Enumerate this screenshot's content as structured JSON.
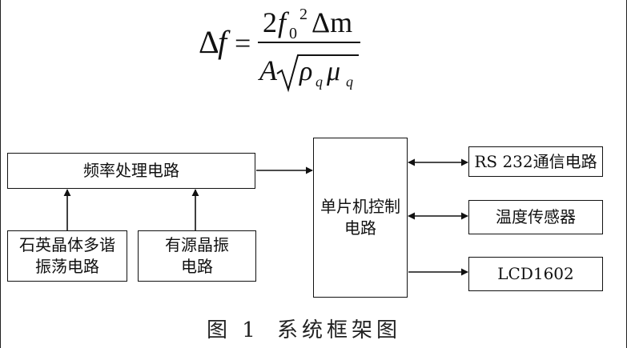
{
  "formula": {
    "lhs_delta": "Δ",
    "lhs_var": "f",
    "equals": "=",
    "num_coef": "2",
    "num_var": "f",
    "num_sub": "0",
    "num_sup": "2",
    "num_tail": "Δm",
    "den_var": "A",
    "den_rho": "ρ",
    "den_rho_sub": "q",
    "den_mu": "μ",
    "den_mu_sub": "q"
  },
  "blocks": {
    "freq_processing": "频率处理电路",
    "crystal_oscillator": "石英晶体多谐\n振荡电路",
    "active_oscillator": "有源晶振\n电路",
    "mcu_control": "单片机控制\n电路",
    "rs232": "RS 232通信电路",
    "temp_sensor": "温度传感器",
    "lcd": "LCD1602"
  },
  "caption": {
    "figure_number": "图 1",
    "title": "系统框架图"
  }
}
